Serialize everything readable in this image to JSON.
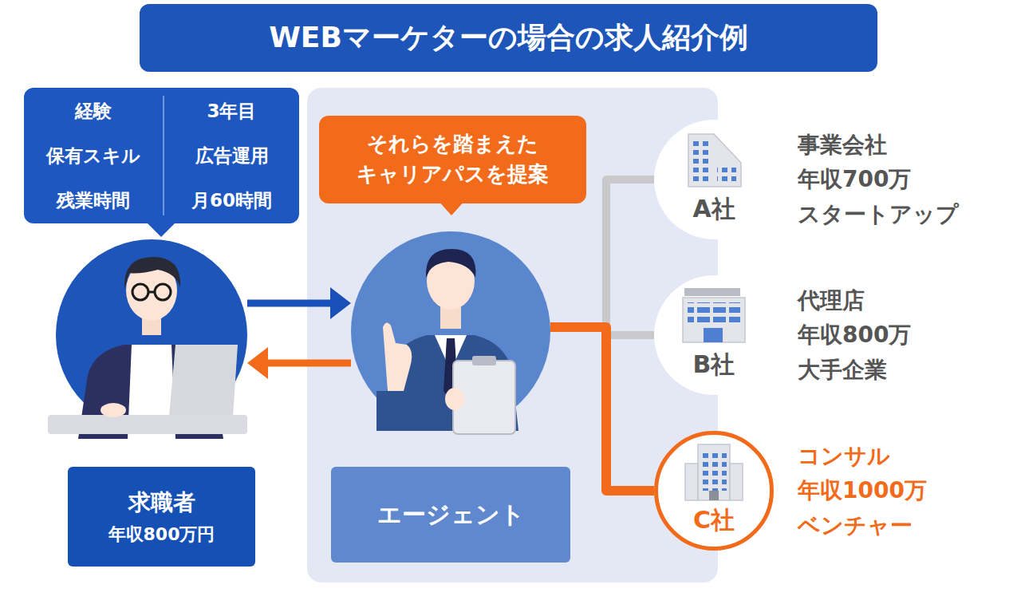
{
  "diagram": {
    "title": "WEBマーケターの場合の求人紹介例",
    "nodes": [
      {
        "text": [
          "求職者",
          "年収800万円"
        ]
      },
      {
        "text": [
          "それらを踏まえた キャリアパスを提案"
        ]
      },
      {
        "text": [
          "エージェント"
        ]
      },
      {
        "text": [
          "A社",
          "事業会社 年収700万 スタートアップ"
        ]
      },
      {
        "text": [
          "B社",
          "代理店 年収800万 大手企業"
        ]
      },
      {
        "text": [
          "C社",
          "コンサル 年収1000万 ベンチャー"
        ]
      }
    ],
    "edges": [
      {
        "from": 0,
        "to": 2,
        "arrow": "to"
      },
      {
        "from": 2,
        "to": 0,
        "arrow": "to"
      },
      {
        "from": 2,
        "to": 3,
        "arrow": "none"
      },
      {
        "from": 2,
        "to": 4,
        "arrow": "none"
      },
      {
        "from": 2,
        "to": 5,
        "arrow": "none"
      }
    ],
    "labels": [
      "経験",
      "3年目",
      "保有スキル",
      "広告運用",
      "残業時間",
      "月60時間"
    ]
  }
}
